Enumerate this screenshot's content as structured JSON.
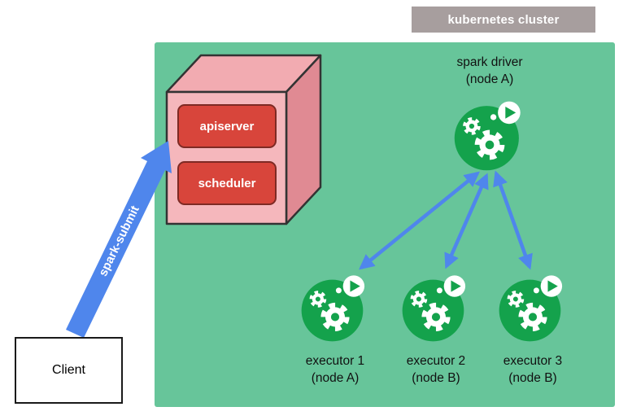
{
  "cluster_label": "kubernetes cluster",
  "control_plane": {
    "apiserver_label": "apiserver",
    "scheduler_label": "scheduler"
  },
  "spark_driver": {
    "line1": "spark driver",
    "line2": "(node A)"
  },
  "executors": [
    {
      "line1": "executor 1",
      "line2": "(node A)"
    },
    {
      "line1": "executor 2",
      "line2": "(node B)"
    },
    {
      "line1": "executor 3",
      "line2": "(node B)"
    }
  ],
  "client_label": "Client",
  "spark_submit_label": "spark-submit",
  "edges": [
    {
      "from": "client",
      "to": "apiserver",
      "label": "spark-submit",
      "type": "arrow"
    },
    {
      "from": "spark-driver",
      "to": "executor-1",
      "type": "bidirectional-arrow"
    },
    {
      "from": "spark-driver",
      "to": "executor-2",
      "type": "bidirectional-arrow"
    },
    {
      "from": "spark-driver",
      "to": "executor-3",
      "type": "bidirectional-arrow"
    }
  ],
  "colors": {
    "cluster_bg": "#67c59a",
    "cluster_label_bg": "#a79e9e",
    "pod_green": "#14a24c",
    "arrow_blue": "#4f86ec",
    "control_plane_red": "#d8453b",
    "box_front_pink": "#f5b7bc",
    "box_top_pink": "#f2abb1",
    "box_side_pink": "#e08a93"
  }
}
